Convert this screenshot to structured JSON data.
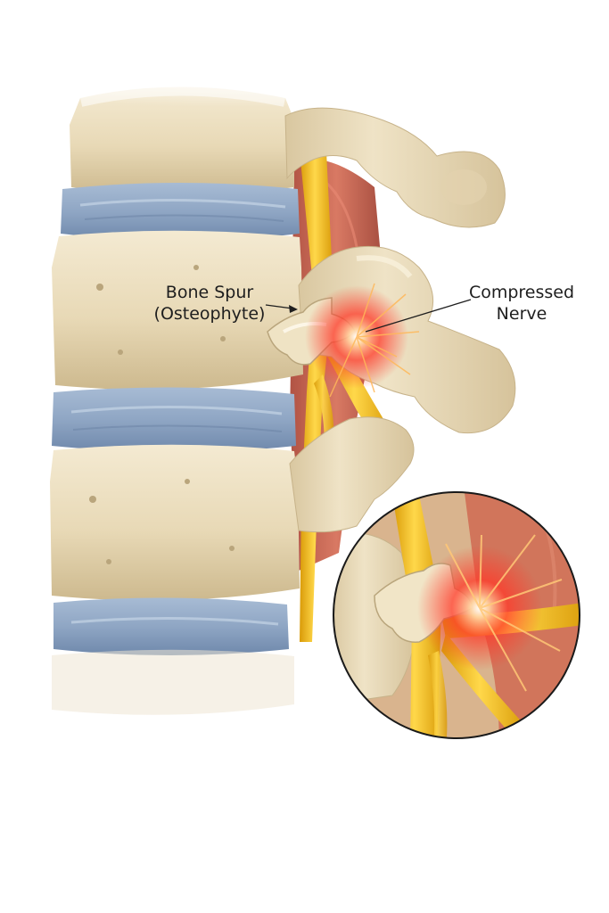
{
  "labels": {
    "bone_spur": {
      "line1": "Bone Spur",
      "line2": "(Osteophyte)"
    },
    "compressed_nerve": {
      "line1": "Compressed",
      "line2": "Nerve"
    }
  },
  "colors": {
    "bone": "#e9dcbc",
    "bone_shadow": "#c9b78f",
    "disc": "#8fa6c4",
    "nerve": "#f2c12a",
    "muscle": "#c85a45",
    "inflammation": "#ff3a2a"
  }
}
